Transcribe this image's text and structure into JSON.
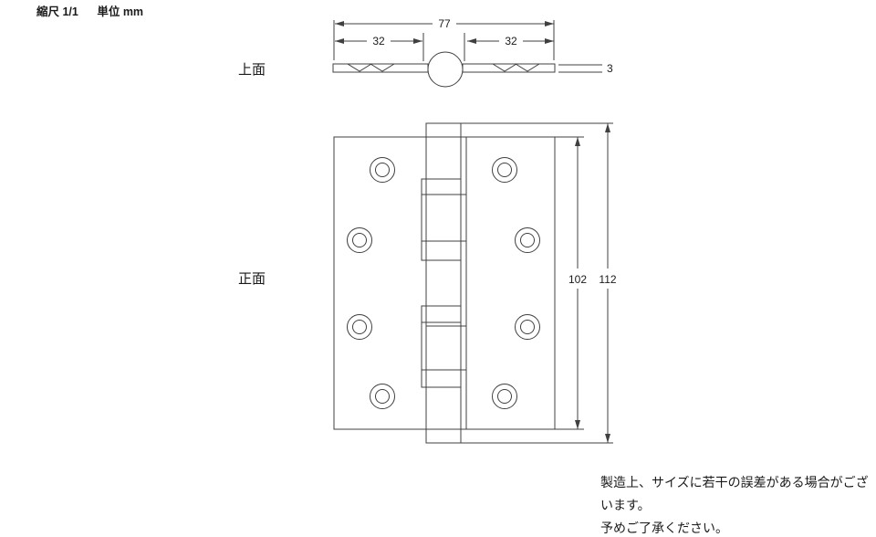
{
  "header": {
    "scale_label": "縮尺 1/1",
    "unit_label": "単位 mm"
  },
  "top_view": {
    "label": "上面",
    "dim_total": "77",
    "dim_left_leaf": "32",
    "dim_right_leaf": "32",
    "dim_thickness": "3"
  },
  "front_view": {
    "label": "正面",
    "dim_plate_height": "102",
    "dim_overall_height": "112"
  },
  "dimensions_mm": {
    "overall_width": 77,
    "leaf_width": 32,
    "plate_thickness": 3,
    "plate_height": 102,
    "overall_height": 112
  },
  "footnote": {
    "line1": "製造上、サイズに若干の誤差がある場合がございます。",
    "line2": "予めご了承ください。"
  },
  "colors": {
    "line": "#404040",
    "text": "#1a1a1a",
    "background": "#ffffff"
  }
}
